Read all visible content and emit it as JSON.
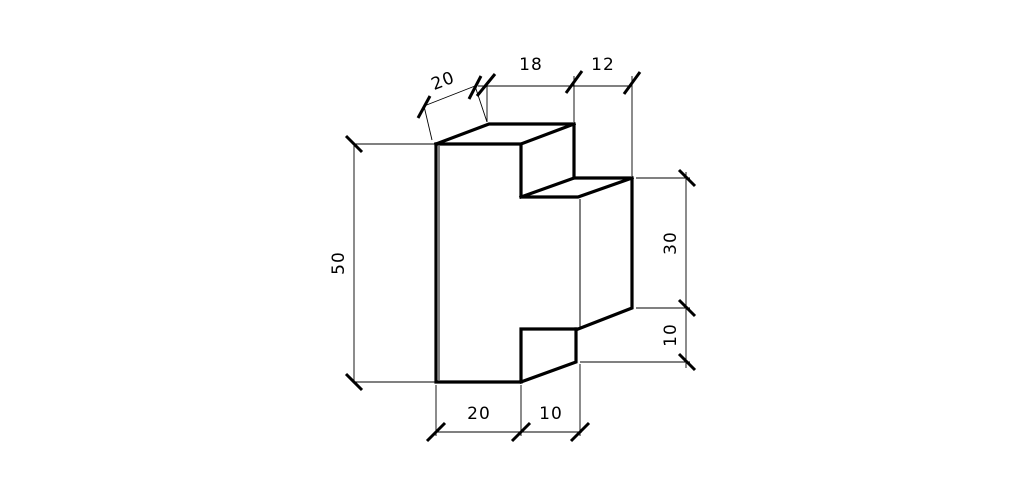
{
  "dimensions": {
    "height_total": "50",
    "top_depth": "20",
    "top_width_a": "18",
    "top_width_b": "12",
    "right_height": "30",
    "right_bottom": "10",
    "bottom_width_a": "20",
    "bottom_width_b": "10"
  }
}
